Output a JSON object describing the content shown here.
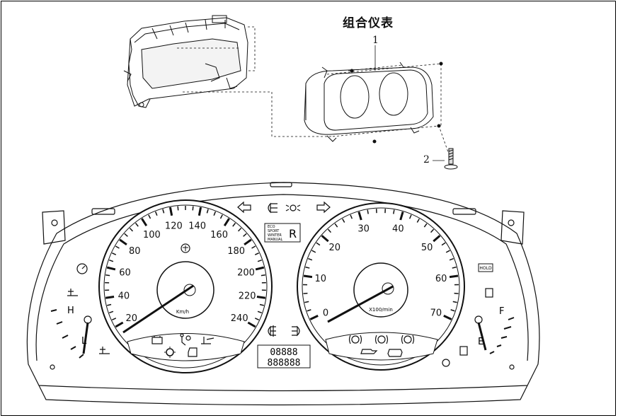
{
  "diagram": {
    "title": "组合仪表",
    "callouts": [
      {
        "id": "1",
        "label": "1"
      },
      {
        "id": "2",
        "label": "2"
      }
    ],
    "speedometer": {
      "unit": "Km/h",
      "labels": [
        "20",
        "40",
        "60",
        "80",
        "100",
        "120",
        "140",
        "160",
        "180",
        "200",
        "220",
        "240"
      ]
    },
    "tachometer": {
      "unit": "X100/min",
      "labels": [
        "0",
        "10",
        "20",
        "30",
        "40",
        "50",
        "60",
        "70"
      ]
    },
    "temp_gauge": {
      "high": "H",
      "low": "L"
    },
    "fuel_gauge": {
      "full": "F",
      "empty": "E"
    },
    "mode_panel": {
      "lines": [
        "ECO",
        "SPORT",
        "WINTER",
        "MANUAL"
      ],
      "gear": "R"
    },
    "odometer": {
      "top": "08888",
      "bottom": "888888"
    },
    "hold_label": "HOLD"
  }
}
